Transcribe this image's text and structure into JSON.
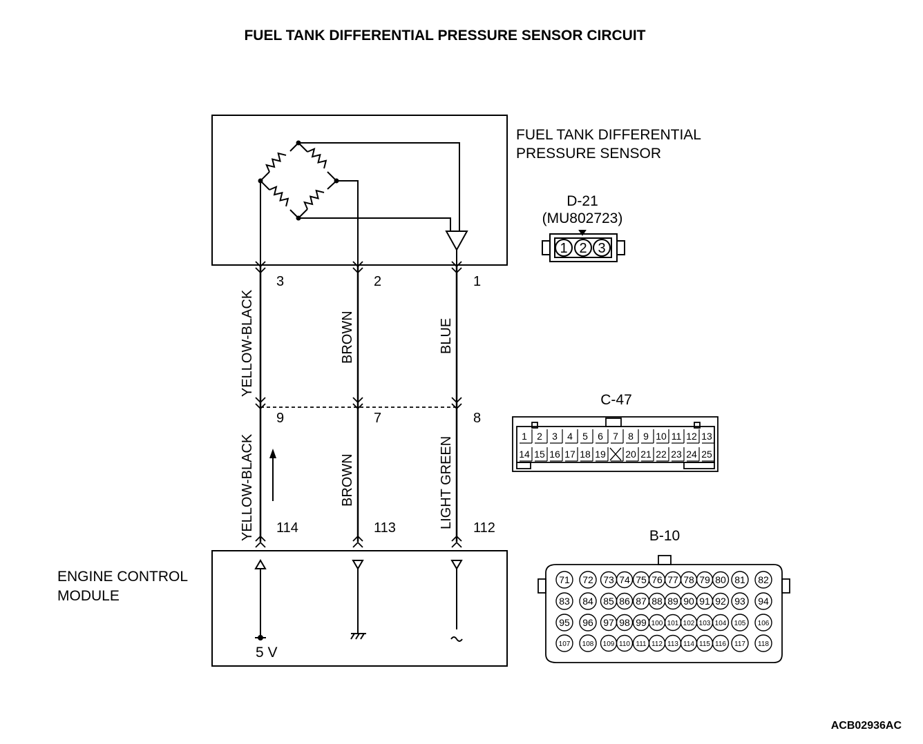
{
  "title": "FUEL TANK DIFFERENTIAL PRESSURE SENSOR CIRCUIT",
  "sensor": {
    "label_line1": "FUEL TANK DIFFERENTIAL",
    "label_line2": "PRESSURE SENSOR",
    "pins": [
      "3",
      "2",
      "1"
    ]
  },
  "connector_d21": {
    "id": "D-21",
    "part": "(MU802723)",
    "pins": [
      "1",
      "2",
      "3"
    ]
  },
  "upper_wires": [
    "YELLOW-BLACK",
    "BROWN",
    "BLUE"
  ],
  "junction_pins": [
    "9",
    "7",
    "8"
  ],
  "lower_wires": [
    "YELLOW-BLACK",
    "BROWN",
    "LIGHT GREEN"
  ],
  "ecm": {
    "label_line1": "ENGINE CONTROL",
    "label_line2": "MODULE",
    "pins": [
      "114",
      "113",
      "112"
    ],
    "supply": "5 V"
  },
  "connector_c47": {
    "id": "C-47",
    "row1": [
      "1",
      "2",
      "3",
      "4",
      "5",
      "6",
      "7",
      "8",
      "9",
      "10",
      "11",
      "12",
      "13"
    ],
    "row2": [
      "14",
      "15",
      "16",
      "17",
      "18",
      "19",
      "",
      "20",
      "21",
      "22",
      "23",
      "24",
      "25"
    ]
  },
  "connector_b10": {
    "id": "B-10",
    "rows": [
      [
        "71",
        "72",
        "73",
        "74",
        "75",
        "76",
        "77",
        "78",
        "79",
        "80",
        "81",
        "82"
      ],
      [
        "83",
        "84",
        "85",
        "86",
        "87",
        "88",
        "89",
        "90",
        "91",
        "92",
        "93",
        "94"
      ],
      [
        "95",
        "96",
        "97",
        "98",
        "99",
        "100",
        "101",
        "102",
        "103",
        "104",
        "105",
        "106"
      ],
      [
        "107",
        "108",
        "109",
        "110",
        "111",
        "112",
        "113",
        "114",
        "115",
        "116",
        "117",
        "118"
      ]
    ]
  },
  "reference": "ACB02936AC"
}
